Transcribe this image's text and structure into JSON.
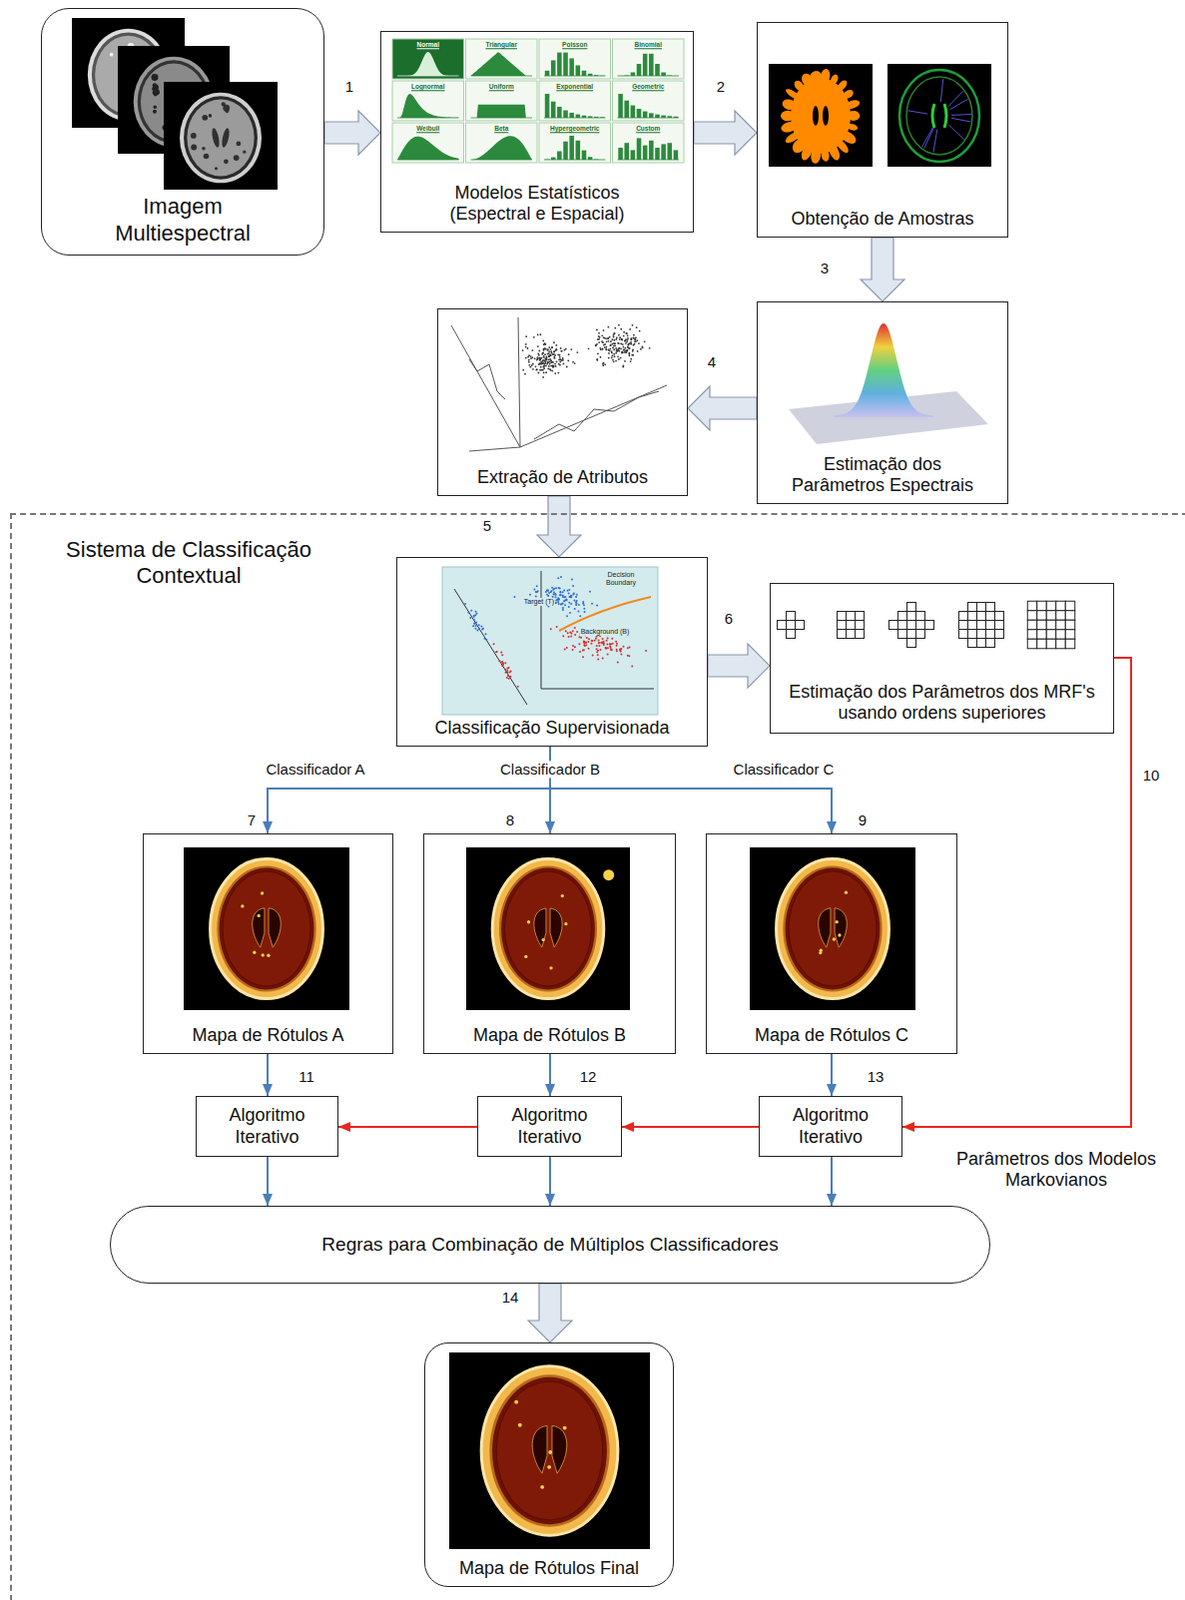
{
  "diagram": {
    "nodes": [
      {
        "text": [
          "Imagem Multiespectral"
        ]
      },
      {
        "text": [
          "Modelos Estatísticos (Espectral e Espacial)"
        ]
      },
      {
        "text": [
          "Obtenção de Amostras"
        ]
      },
      {
        "text": [
          "Estimação dos Parâmetros Espectrais"
        ]
      },
      {
        "text": [
          "Extração de Atributos"
        ]
      },
      {
        "text": [
          "Sistema de Classificação Contextual"
        ]
      },
      {
        "text": [
          "Classificação Supervisionada"
        ],
        "in": 5
      },
      {
        "text": [
          "Estimação dos Parâmetros dos MRF's usando ordens superiores"
        ],
        "in": 5
      },
      {
        "text": [
          "Mapa de Rótulos A"
        ],
        "in": 5
      },
      {
        "text": [
          "Mapa de Rótulos B"
        ],
        "in": 5
      },
      {
        "text": [
          "Mapa de Rótulos C"
        ],
        "in": 5
      },
      {
        "text": [
          "Algoritmo Iterativo"
        ],
        "in": 5
      },
      {
        "text": [
          "Algoritmo Iterativo"
        ],
        "in": 5
      },
      {
        "text": [
          "Algoritmo Iterativo"
        ],
        "in": 5
      },
      {
        "text": [
          "Regras para Combinação de Múltiplos Classificadores"
        ],
        "in": 5
      },
      {
        "text": [
          "Mapa de Rótulos Final"
        ],
        "in": 5
      }
    ],
    "edges": [
      {
        "from": 0,
        "to": 1,
        "arrow": "to",
        "label": "1"
      },
      {
        "from": 1,
        "to": 2,
        "arrow": "to",
        "label": "2"
      },
      {
        "from": 2,
        "to": 3,
        "arrow": "to",
        "label": "3"
      },
      {
        "from": 3,
        "to": 4,
        "arrow": "to",
        "label": "4"
      },
      {
        "from": 4,
        "to": 6,
        "arrow": "to",
        "label": "5"
      },
      {
        "from": 6,
        "to": 7,
        "arrow": "to",
        "label": "6"
      },
      {
        "from": 6,
        "to": 8,
        "arrow": "to",
        "label": "Classificador A"
      },
      {
        "from": 6,
        "to": 9,
        "arrow": "to",
        "label": "Classificador B"
      },
      {
        "from": 6,
        "to": 10,
        "arrow": "to",
        "label": "Classificador C"
      },
      {
        "from": 8,
        "to": 11,
        "arrow": "to",
        "label": "11"
      },
      {
        "from": 9,
        "to": 12,
        "arrow": "to",
        "label": "12"
      },
      {
        "from": 10,
        "to": 13,
        "arrow": "to",
        "label": "13"
      },
      {
        "from": 7,
        "to": 13,
        "arrow": "to",
        "label": "10"
      },
      {
        "from": 13,
        "to": 12,
        "arrow": "to"
      },
      {
        "from": 12,
        "to": 11,
        "arrow": "to"
      },
      {
        "from": 11,
        "to": 14,
        "arrow": "to"
      },
      {
        "from": 12,
        "to": 14,
        "arrow": "to"
      },
      {
        "from": 13,
        "to": 14,
        "arrow": "to"
      },
      {
        "from": 14,
        "to": 15,
        "arrow": "to",
        "label": "14"
      }
    ],
    "labels": [
      "Normal",
      "Triangular",
      "Poisson",
      "Binomial",
      "Lognormal",
      "Uniform",
      "Exponential",
      "Geometric",
      "Weibull",
      "Beta",
      "Hypergeometric",
      "Custom",
      "Target (T)",
      "Decision Boundary",
      "Background (B)",
      "7",
      "8",
      "9",
      "Parâmetros dos Modelos Markovianos"
    ]
  }
}
